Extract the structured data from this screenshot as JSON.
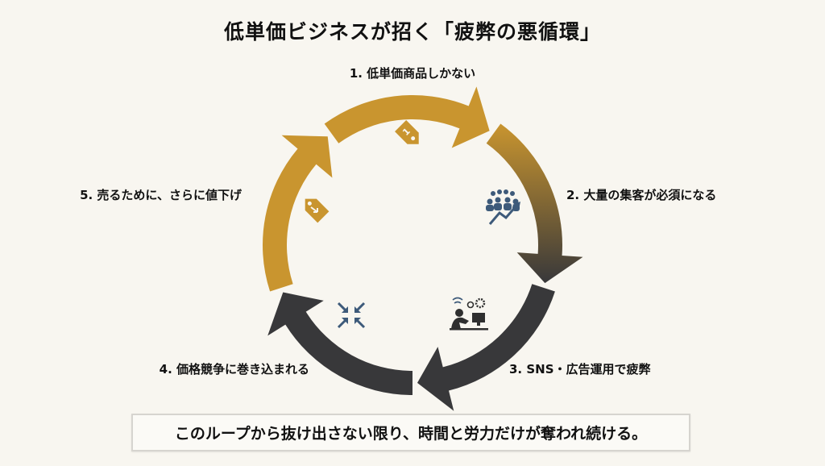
{
  "title": "低単価ビジネスが招く「疲弊の悪循環」",
  "steps": [
    {
      "label": "1. 低単価商品しかない",
      "icon": "price-tag-icon"
    },
    {
      "label": "2. 大量の集客が必須になる",
      "icon": "crowd-growth-icon"
    },
    {
      "label": "3. SNS・広告運用で疲弊",
      "icon": "exhausted-worker-icon"
    },
    {
      "label": "4. 価格競争に巻き込まれる",
      "icon": "compress-arrows-icon"
    },
    {
      "label": "5. 売るために、さらに値下げ",
      "icon": "price-down-tag-icon"
    }
  ],
  "conclusion": "このループから抜け出さない限り、時間と労力だけが奪われ続ける。",
  "colors": {
    "gold": "#c9952f",
    "dark": "#38383a",
    "icon_blue": "#3d5a7a",
    "background": "#f8f6f0"
  }
}
